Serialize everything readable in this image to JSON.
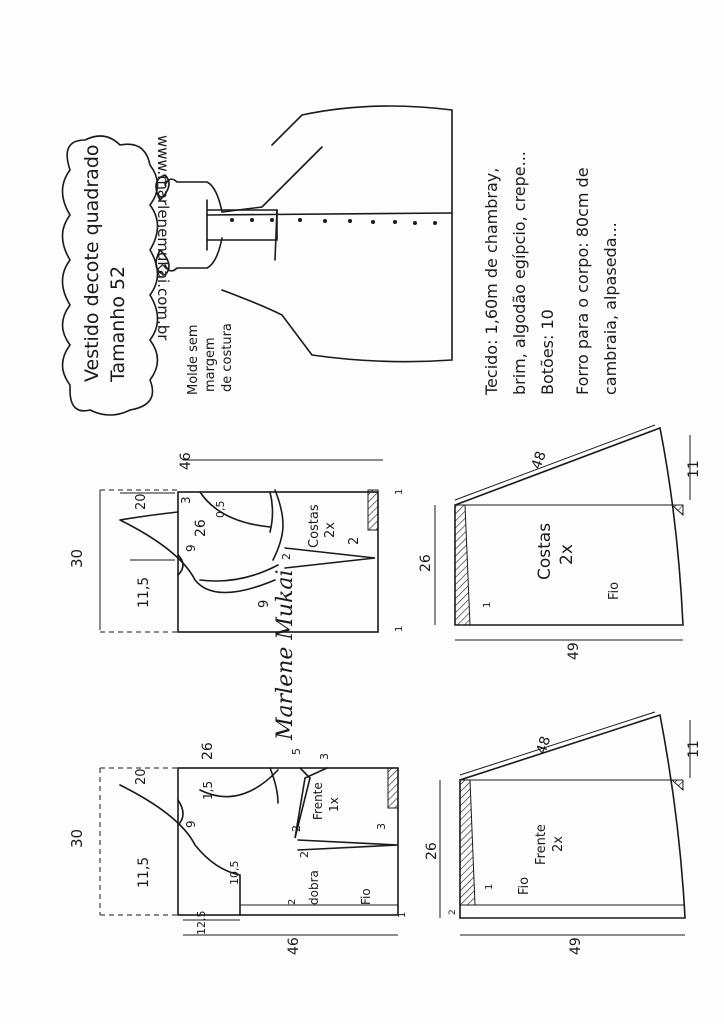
{
  "title": {
    "line1": "Vestido decote quadrado",
    "line2": "Tamanho 52"
  },
  "website": "www.marlenemukai.com.br",
  "note": {
    "line1": "Molde sem",
    "line2": "margem",
    "line3": "de costura"
  },
  "materials": {
    "line1": "Tecido: 1,60m de chambray,",
    "line2": "brim, algodão egípcio, crepe...",
    "line3": "Botões: 10",
    "line4": "Forro para o corpo: 80cm de",
    "line5": "cambraia, alpaseda..."
  },
  "signature": "Marlene Mukai",
  "back_bodice": {
    "label": "Costas",
    "qty": "2x",
    "m_height": "30",
    "m_width": "46",
    "m_neck": "26",
    "m_shoulder": "20",
    "m_3": "3",
    "m_05": "0,5",
    "m_9a": "9",
    "m_115": "11,5",
    "m_9b": "9",
    "m_2a": "2",
    "m_2b": "2",
    "m_1a": "1",
    "m_1b": "1"
  },
  "back_skirt": {
    "label": "Costas",
    "qty": "2x",
    "grain": "Fio",
    "m_48": "48",
    "m_11": "11",
    "m_26": "26",
    "m_49": "49",
    "m_1": "1"
  },
  "front_bodice": {
    "label": "Frente",
    "qty": "1x",
    "m_height": "30",
    "m_neck": "26",
    "m_shoulder": "20",
    "m_15": "1,5",
    "m_9": "9",
    "m_115": "11,5",
    "m_105": "10,5",
    "m_125": "12,5",
    "m_width": "46",
    "m_5": "5",
    "m_3a": "3",
    "m_3b": "3",
    "m_2a": "2",
    "m_2b": "2",
    "m_2c": "2",
    "fold": "dobra",
    "grain": "Fio",
    "m_1": "1"
  },
  "front_skirt": {
    "label": "Frente",
    "qty": "2x",
    "grain": "Fio",
    "m_48": "48",
    "m_11": "11",
    "m_26": "26",
    "m_49": "49",
    "m_1": "1",
    "m_2": "2"
  }
}
